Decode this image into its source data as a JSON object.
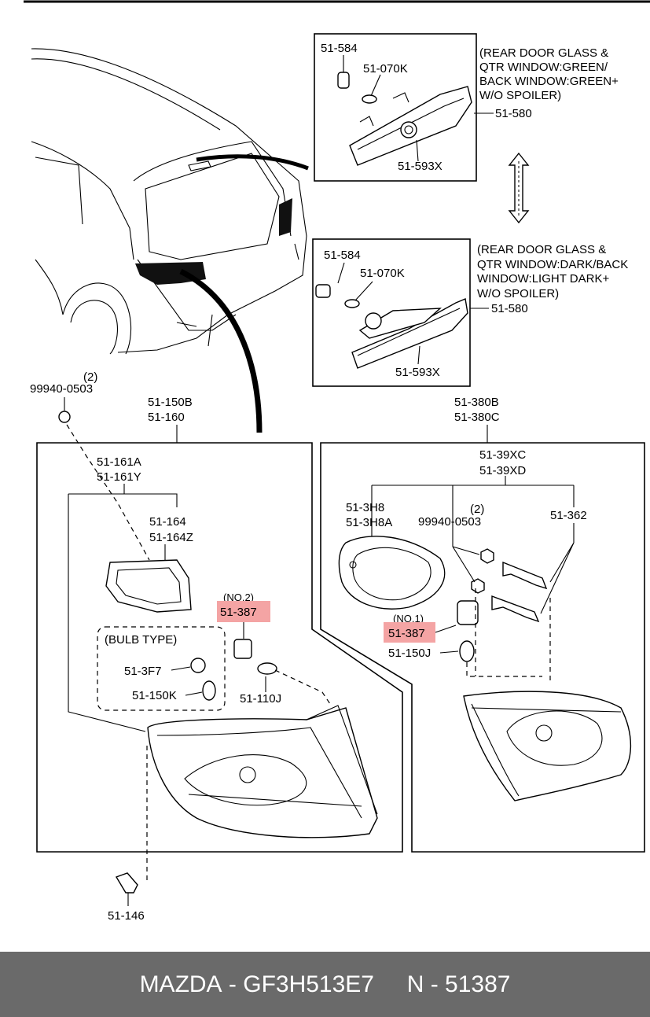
{
  "upper_box": {
    "note": [
      "(REAR DOOR GLASS &",
      " QTR WINDOW:GREEN/",
      " BACK WINDOW:GREEN+",
      " W/O SPOILER)"
    ],
    "parts": [
      "51-584",
      "51-070K",
      "51-580",
      "51-593X"
    ]
  },
  "lower_box": {
    "note": [
      "(REAR DOOR GLASS &",
      " QTR WINDOW:DARK/BACK",
      " WINDOW:LIGHT DARK+",
      " W/O SPOILER)"
    ],
    "parts": [
      "51-584",
      "51-070K",
      "51-580",
      "51-593X"
    ]
  },
  "left_group": {
    "screw_qty": "(2)",
    "screw_part": "99940-0503",
    "assembly": [
      "51-150B",
      "51-160"
    ],
    "lens": [
      "51-161A",
      "51-161Y"
    ],
    "gasket": [
      "51-164",
      "51-164Z"
    ],
    "socket_no": "(NO.2)",
    "socket_part": "51-387",
    "bulb": "51-110J",
    "bulb_type_title": "(BULB TYPE)",
    "bulb_type_parts": [
      "51-3F7",
      "51-150K"
    ],
    "clip": "51-146"
  },
  "right_group": {
    "assembly": [
      "51-380B",
      "51-380C"
    ],
    "lamp": [
      "51-39XC",
      "51-39XD"
    ],
    "cover": [
      "51-3H8",
      "51-3H8A"
    ],
    "screw_qty": "(2)",
    "screw_part": "99940-0503",
    "bracket": "51-362",
    "socket_no": "(NO.1)",
    "socket_part": "51-387",
    "bulb": "51-150J"
  },
  "colors": {
    "highlight": "#f4a4a4",
    "footer_bg": "#6a6a6a",
    "footer_text": "#ffffff"
  },
  "footer": {
    "brand": "MAZDA",
    "part_no": "GF3H513E7",
    "catalog": "N - 51387"
  }
}
